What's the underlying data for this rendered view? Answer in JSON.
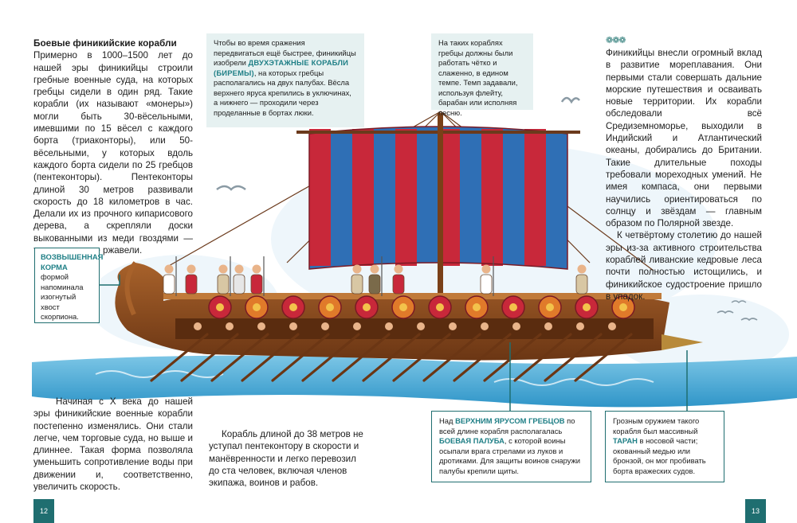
{
  "left_column": {
    "title": "Боевые финикийские корабли",
    "text": "Примерно в 1000–1500 лет до нашей эры финикийцы строили гребные военные суда, на которых гребцы сидели в один ряд. Такие корабли (их называют «монеры») могли быть 30-вёсельными, имевшими по 15 вёсел с каждого борта (триаконторы), или 50-вёсельными, у которых вдоль каждого борта сидели по 25 гребцов (пентеконторы). Пентеконторы длиной 30 метров развивали скорость до 18 километров в час. Делали их из прочного кипарисового дерева, а скрепляли доски выкованными из меди гвоздями — такие гвозди не ржавели."
  },
  "callout_biremes": {
    "before": "Чтобы во время сражения передвигаться ещё быстрее, финикийцы изобрели ",
    "highlight": "ДВУХЭТАЖНЫЕ КОРАБЛИ (БИРЕМЫ)",
    "after": ", на которых гребцы располагались на двух палубах. Вёсла верхнего яруса крепились в уключинах, а нижнего — проходили через проделанные в бортах люки."
  },
  "callout_rowers": {
    "text": "На таких кораблях гребцы должны были работать чётко и слаженно, в едином темпе. Темп задавали, используя флейту, барабан или исполняя песню."
  },
  "right_column": {
    "ornament": "❁❁❁",
    "p1": "Финикийцы внесли огромный вклад в развитие мореплавания. Они первыми стали совершать дальние морские путешествия и осваивать новые территории. Их корабли обследовали всё Средиземноморье, выходили в Индийский и Атлантический океаны, добирались до Британии. Такие длительные походы требовали мореходных умений. Не имея компаса, они первыми научились ориентироваться по солнцу и звёздам — главным образом по Полярной звезде.",
    "p2": "К четвёртому столетию до нашей эры из-за активного строительства кораблей ливанские кедровые леса почти полностью истощились, и финикийское судостроение пришло в упадок."
  },
  "callout_stern": {
    "highlight": "ВОЗВЫШЕННАЯ КОРМА",
    "text": " формой напоминала изогнутый хвост скорпиона."
  },
  "bottom_left": {
    "text": "Начиная с X века до нашей эры финикийские военные корабли постепенно изменялись. Они стали легче, чем торговые суда, но выше и длиннее. Такая форма позволяла уменьшить сопротивление воды при движении и, соответственно, увеличить скорость."
  },
  "bottom_mid": {
    "text": "Корабль длиной до 38 метров не уступал пентеконтору в скорости и манёвренности и легко перевозил до ста человек, включая членов экипажа, воинов и рабов."
  },
  "callout_deck": {
    "before": "Над ",
    "highlight1": "ВЕРХНИМ ЯРУСОМ ГРЕБЦОВ",
    "middle": " по всей длине корабля располагалась ",
    "highlight2": "БОЕВАЯ ПАЛУБА",
    "after": ", с которой воины осыпали врага стрелами из луков и дротиками. Для защиты воинов снаружи палубы крепили щиты."
  },
  "callout_ram": {
    "before": "Грозным оружием такого корабля был массивный ",
    "highlight": "ТАРАН",
    "after": " в носовой части; окованный медью или бронзой, он мог пробивать борта вражеских судов."
  },
  "page_numbers": {
    "left": "12",
    "right": "13"
  },
  "colors": {
    "accent": "#1f6e70",
    "highlight": "#1f7f86",
    "box_fill": "#e6f1f1",
    "sail_red": "#c8283a",
    "sail_blue": "#2f6fb5",
    "hull": "#8a4a1f"
  }
}
